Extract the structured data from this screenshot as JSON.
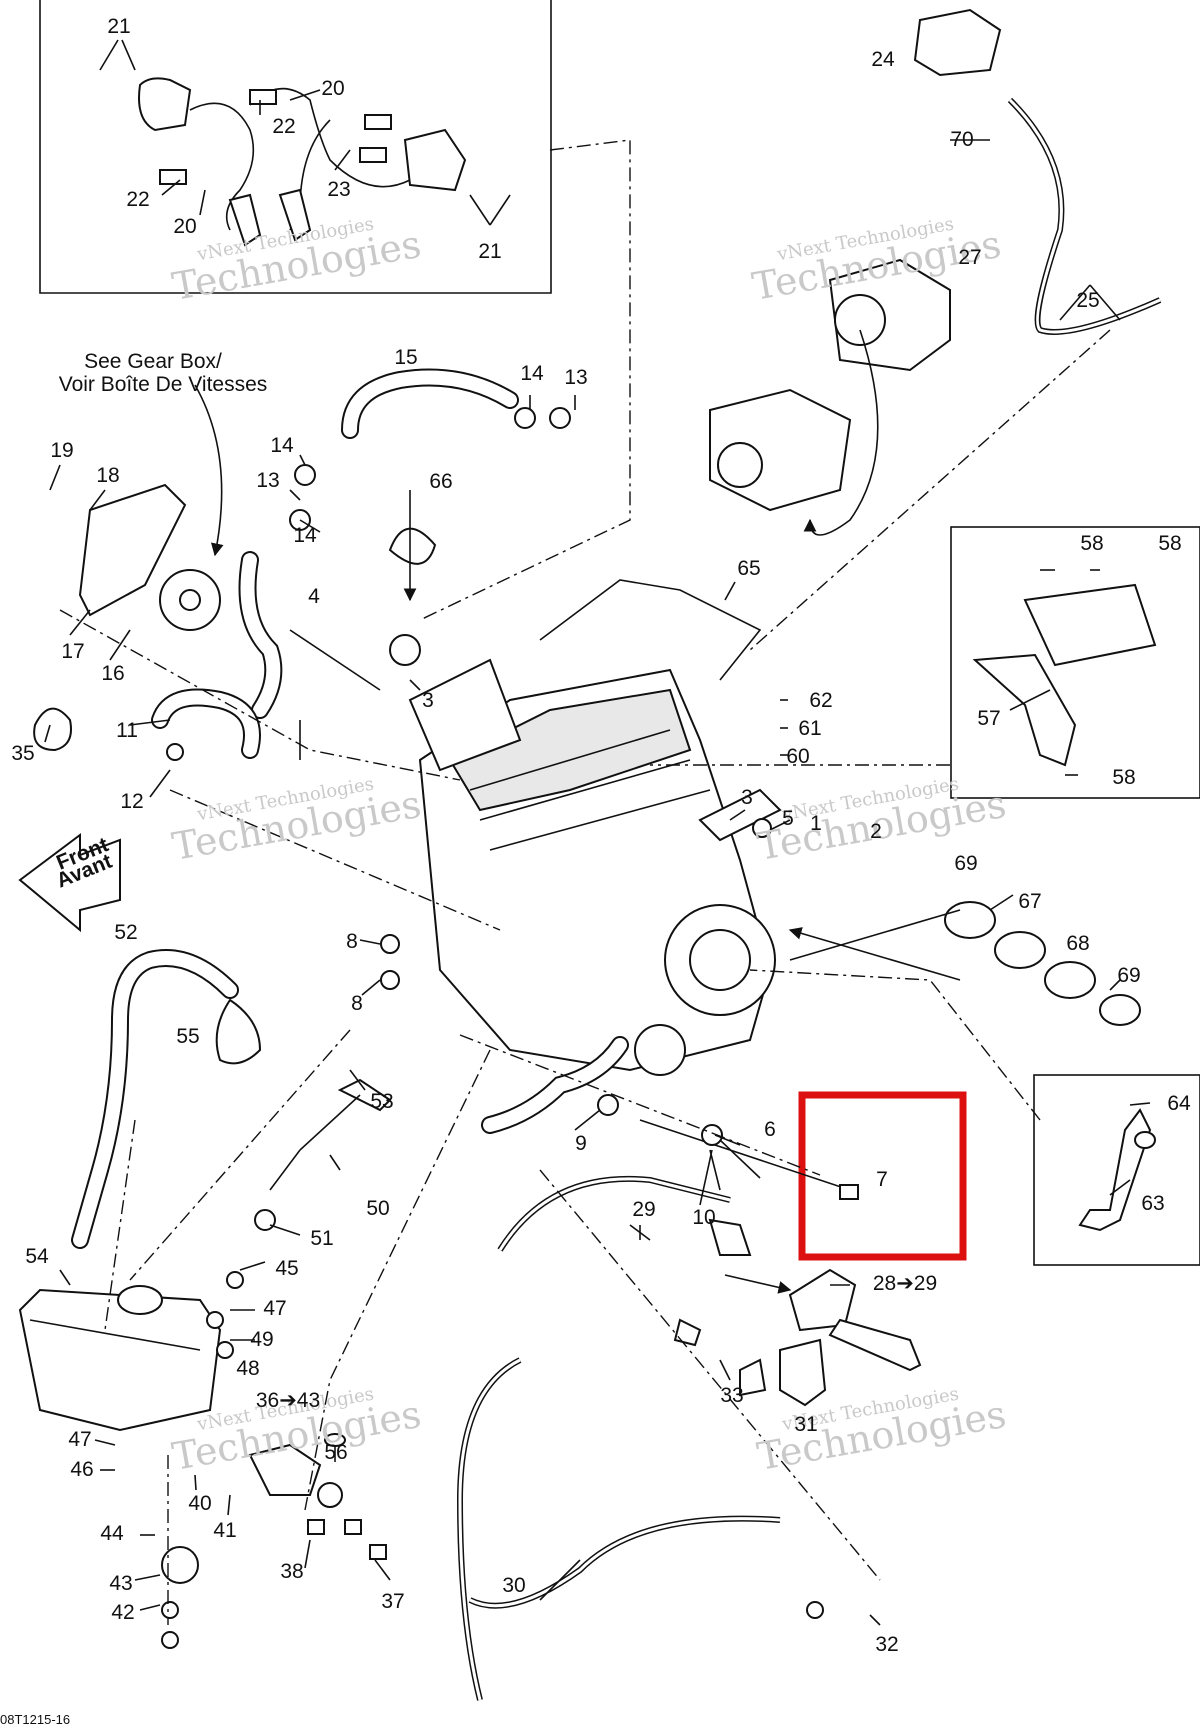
{
  "annotations": {
    "see_gear_box": "See Gear Box/",
    "voir_boite": "Voir Boîte De Vitesses",
    "front": "Front",
    "avant": "Avant",
    "figure_code": "08T1215-16"
  },
  "watermark": {
    "big": "Technologies",
    "small": "vNext Technologies"
  },
  "highlight": {
    "color": "#dd1010",
    "target": "7"
  },
  "callouts": [
    "21",
    "20",
    "22",
    "22",
    "20",
    "23",
    "21",
    "24",
    "70",
    "27",
    "25",
    "15",
    "14",
    "13",
    "14",
    "13",
    "14",
    "66",
    "19",
    "18",
    "17",
    "16",
    "65",
    "58",
    "58",
    "57",
    "58",
    "4",
    "3",
    "62",
    "61",
    "60",
    "35",
    "11",
    "12",
    "3",
    "5",
    "1",
    "2",
    "69",
    "67",
    "68",
    "69",
    "52",
    "8",
    "8",
    "55",
    "53",
    "9",
    "6",
    "7",
    "10",
    "64",
    "63",
    "50",
    "51",
    "29",
    "28➔29",
    "54",
    "45",
    "47",
    "49",
    "48",
    "33",
    "36➔43",
    "31",
    "47",
    "46",
    "56",
    "40",
    "41",
    "44",
    "38",
    "37",
    "43",
    "42",
    "30",
    "32"
  ]
}
